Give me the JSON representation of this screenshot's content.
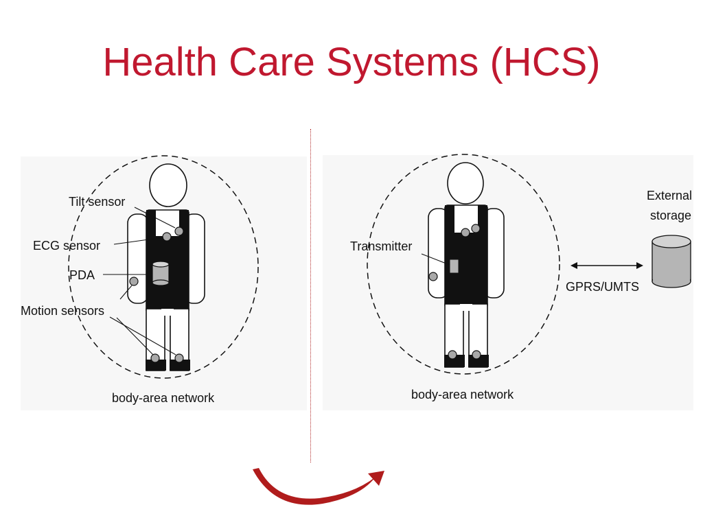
{
  "title": "Health Care Systems (HCS)",
  "left_diagram": {
    "labels": {
      "tilt_sensor": "Tilt sensor",
      "ecg_sensor": "ECG sensor",
      "pda": "PDA",
      "motion_sensors": "Motion sensors",
      "network": "body-area network"
    }
  },
  "right_diagram": {
    "labels": {
      "transmitter": "Transmitter",
      "external_storage_line1": "External",
      "external_storage_line2": "storage",
      "link": "GPRS/UMTS",
      "network": "body-area network"
    }
  },
  "colors": {
    "title": "#c0182f",
    "arrow": "#b01c1c",
    "divider": "#b22a2a",
    "sensor": "#a9a9a9",
    "storage": "#b5b5b5"
  }
}
